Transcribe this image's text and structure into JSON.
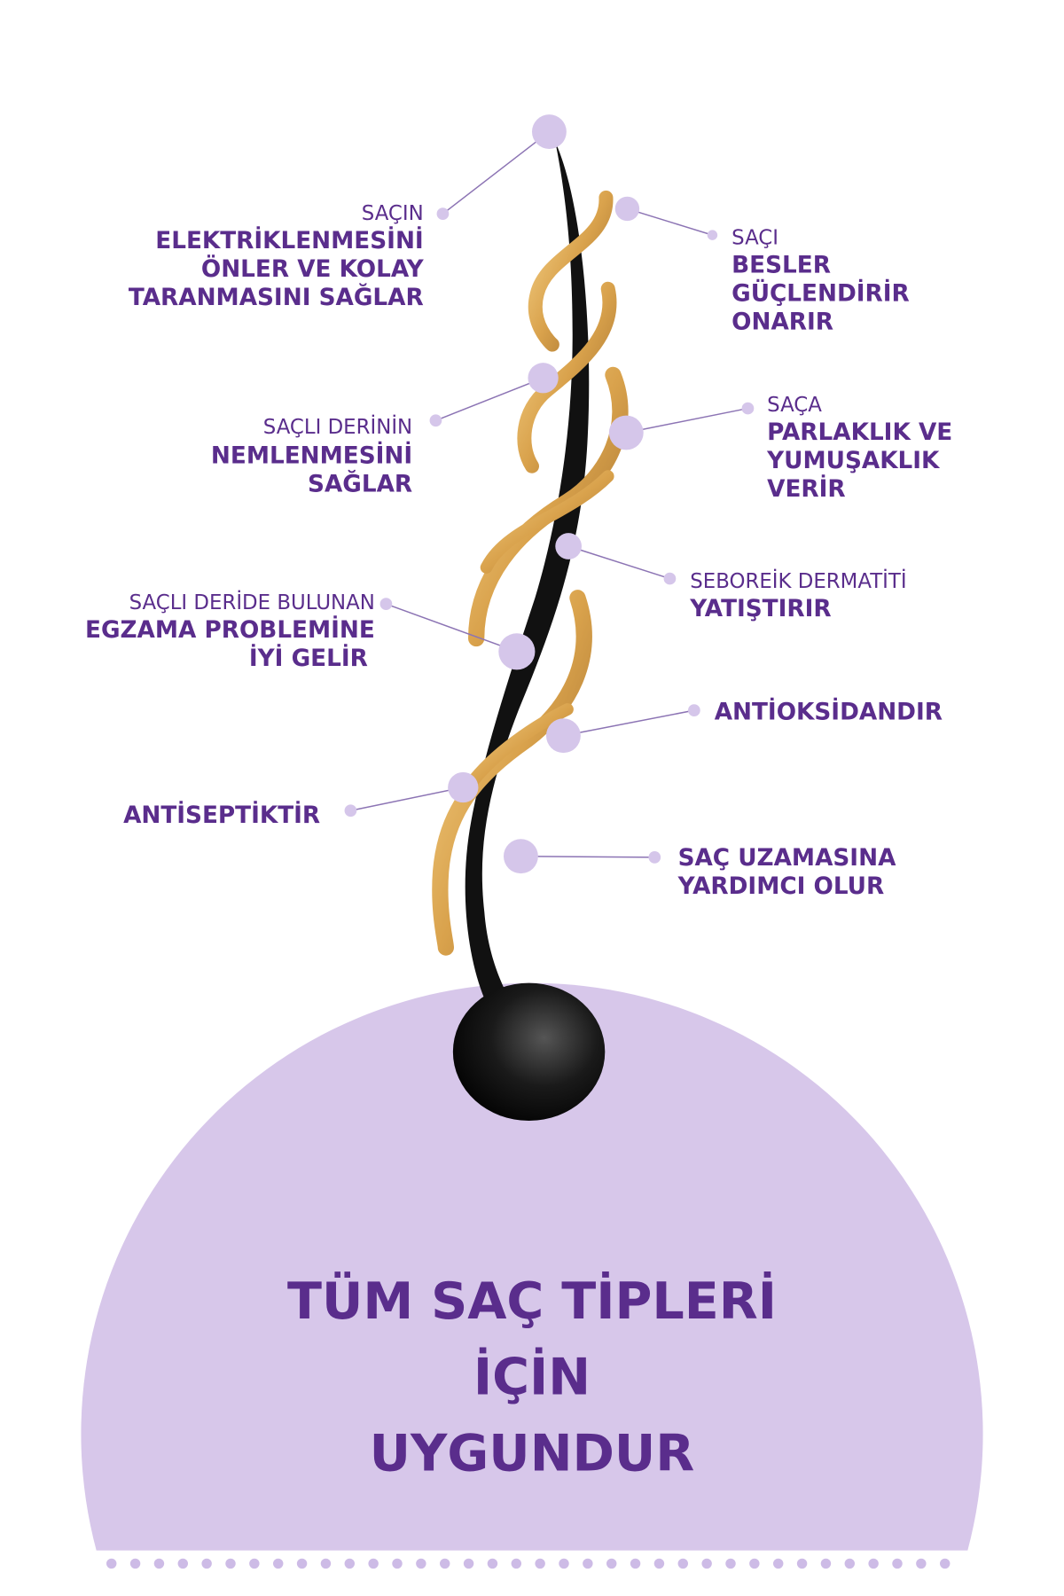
{
  "callouts": {
    "antistatic": {
      "intro": "SAÇIN",
      "lines": [
        "ELEKTRİKLENMESİNİ",
        "ÖNLER VE KOLAY",
        "TARANMASINI SAĞLAR"
      ]
    },
    "nourish": {
      "intro": "SAÇI",
      "lines": [
        "BESLER",
        "GÜÇLENDİRİR",
        "ONARIR"
      ]
    },
    "moisture": {
      "intro": "SAÇLI DERİNİN",
      "lines": [
        "NEMLENMESİNİ",
        "SAĞLAR"
      ]
    },
    "shine": {
      "intro": "SAÇA",
      "lines": [
        "PARLAKLIK VE",
        "YUMUŞAKLIK",
        "VERİR"
      ]
    },
    "seborrheic": {
      "intro": "SEBOREİK DERMATİTİ",
      "lines": [
        "YATIŞTIRIR"
      ]
    },
    "eczema": {
      "intro": "SAÇLI DERİDE BULUNAN",
      "lines": [
        "EGZAMA PROBLEMİNE",
        "İYİ GELİR"
      ]
    },
    "antioxidant": {
      "lines": [
        "ANTİOKSİDANDIR"
      ]
    },
    "antiseptic": {
      "lines": [
        "ANTİSEPTİKTİR"
      ]
    },
    "growth": {
      "lines": [
        "SAÇ UZAMASINA",
        "YARDIMCI OLUR"
      ]
    }
  },
  "headline": {
    "lines": [
      "TÜM SAÇ TİPLERİ",
      "İÇİN",
      "UYGUNDUR"
    ]
  },
  "colors": {
    "text": "#5a2d8c",
    "lavender": "#d7c7ea",
    "gold": "#e0b062",
    "hair": "#111111"
  }
}
